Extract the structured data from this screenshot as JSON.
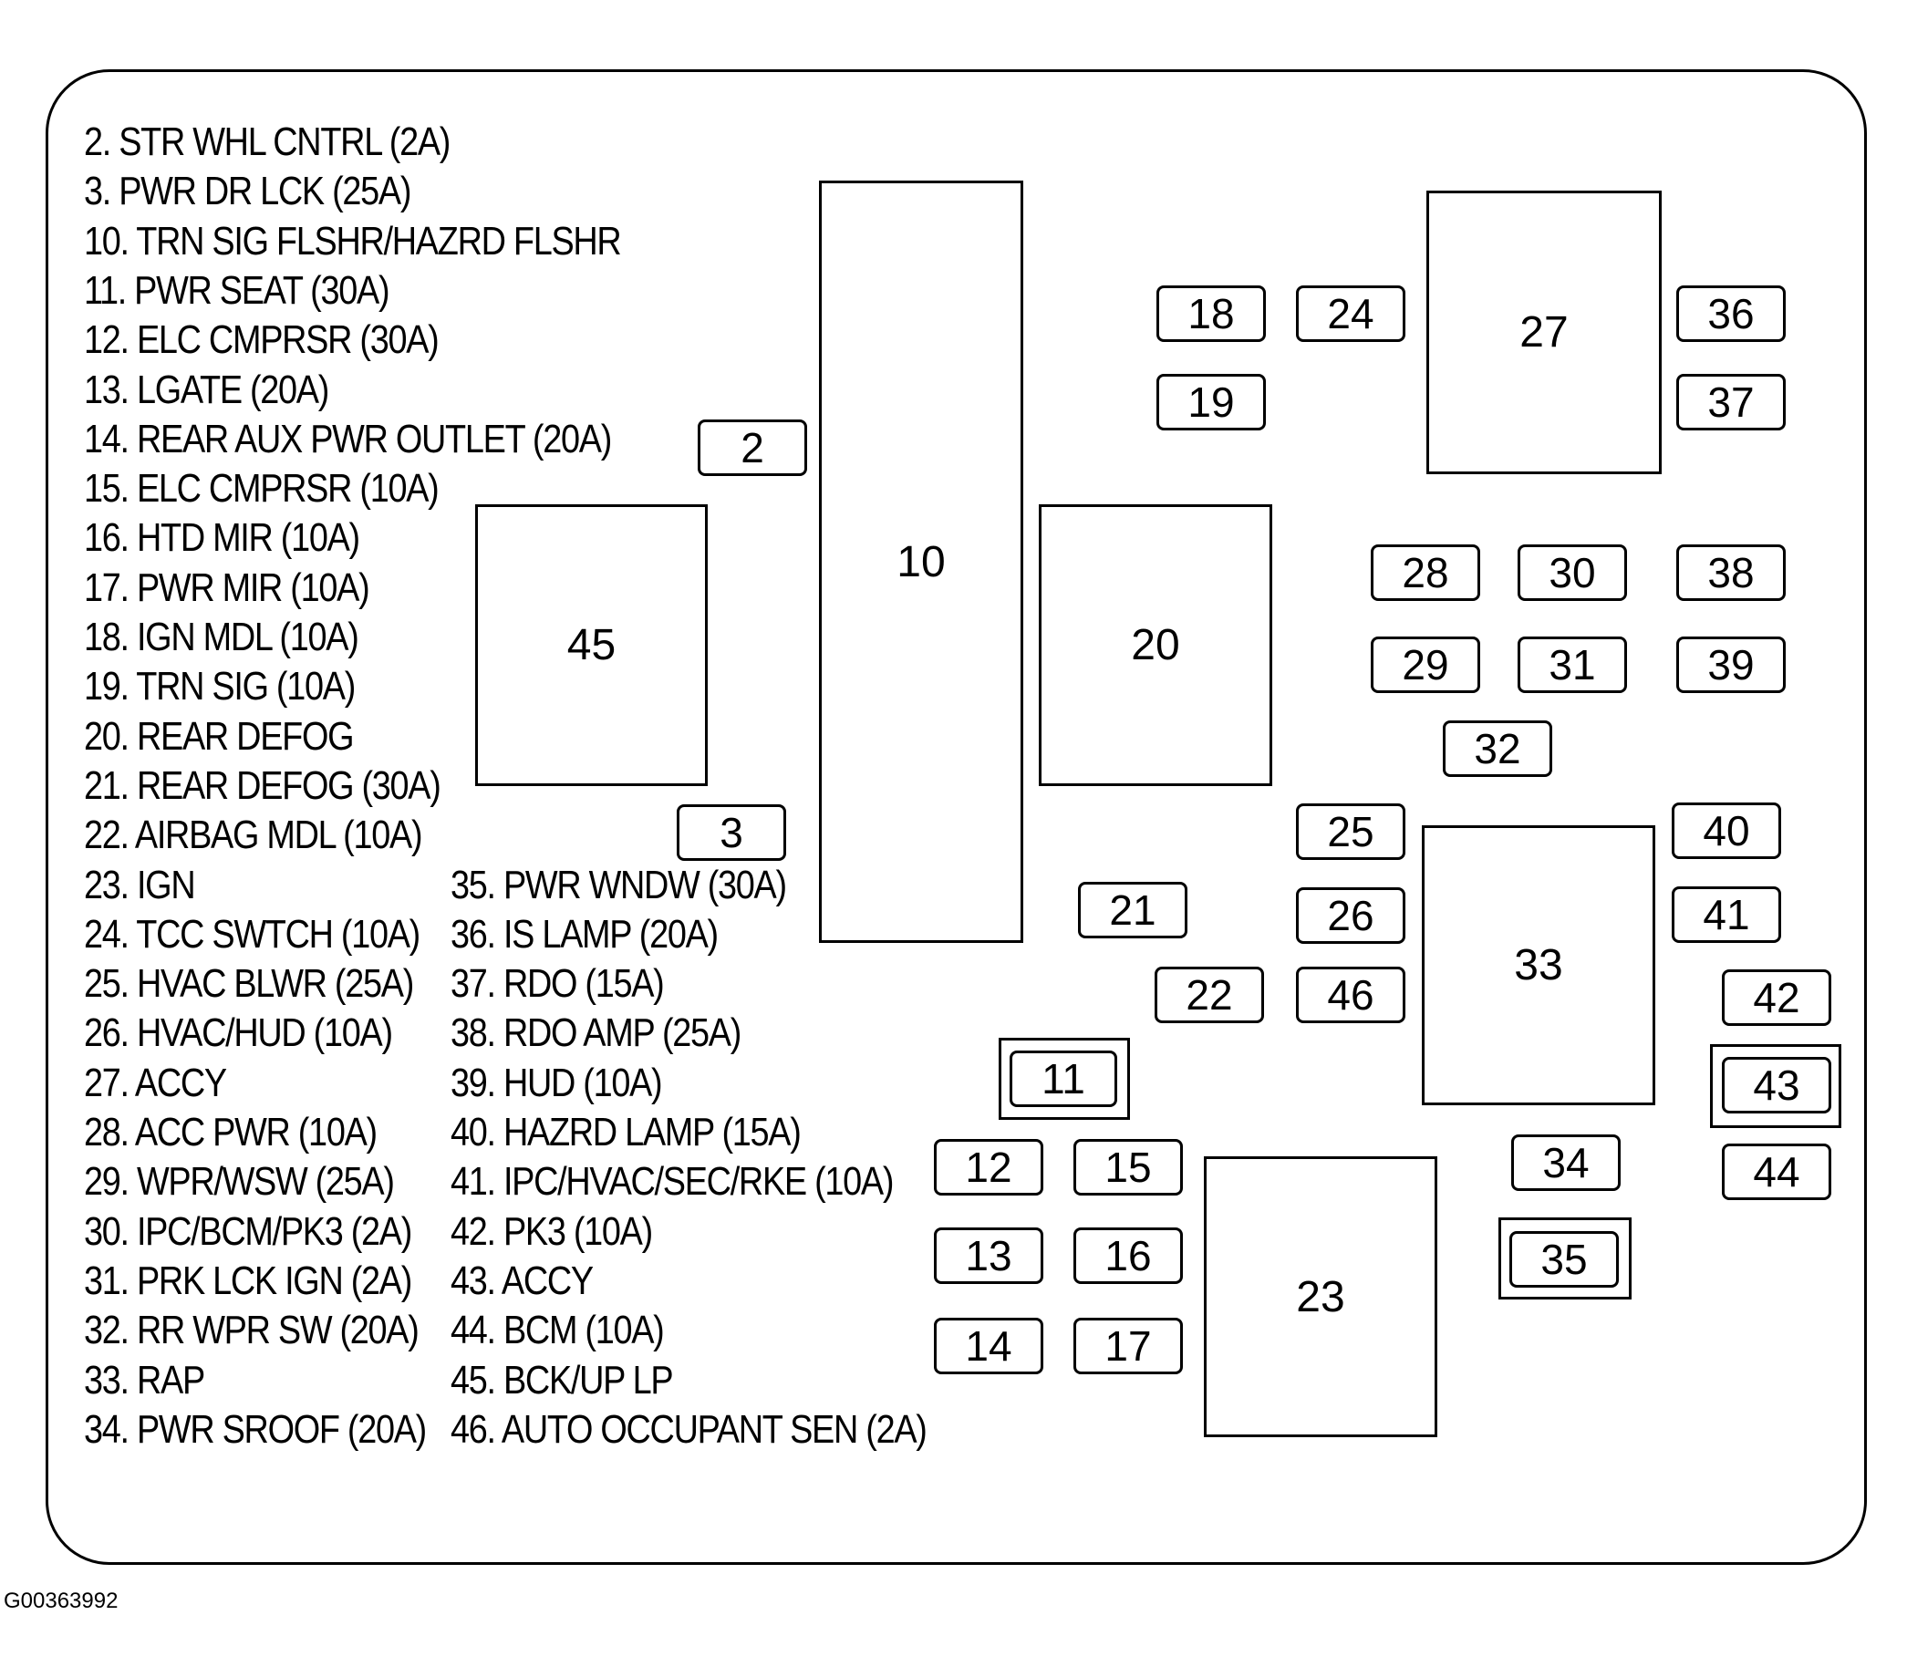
{
  "legend": {
    "col1": [
      "2. STR WHL CNTRL (2A)",
      "3. PWR DR LCK (25A)",
      "10. TRN SIG FLSHR/HAZRD FLSHR",
      "11. PWR SEAT (30A)",
      "12. ELC CMPRSR (30A)",
      "13. LGATE (20A)",
      "14. REAR AUX PWR OUTLET (20A)",
      "15. ELC CMPRSR (10A)",
      "16. HTD MIR (10A)",
      "17. PWR MIR (10A)",
      "18. IGN MDL (10A)",
      "19. TRN SIG (10A)",
      "20. REAR DEFOG",
      "21. REAR DEFOG (30A)",
      "22. AIRBAG MDL (10A)",
      "23. IGN",
      "24. TCC SWTCH (10A)",
      "25. HVAC BLWR (25A)",
      "26. HVAC/HUD (10A)",
      "27. ACCY",
      "28. ACC PWR (10A)",
      "29. WPR/WSW (25A)",
      "30. IPC/BCM/PK3 (2A)",
      "31. PRK LCK IGN (2A)",
      "32. RR WPR SW (20A)",
      "33. RAP",
      "34. PWR SROOF (20A)"
    ],
    "col2": [
      "35. PWR WNDW (30A)",
      "36. IS LAMP (20A)",
      "37. RDO (15A)",
      "38. RDO AMP (25A)",
      "39. HUD (10A)",
      "40. HAZRD LAMP (15A)",
      "41. IPC/HVAC/SEC/RKE (10A)",
      "42. PK3 (10A)",
      "43. ACCY",
      "44. BCM (10A)",
      "45. BCK/UP LP",
      "46. AUTO OCCUPANT SEN (2A)"
    ]
  },
  "relays": [
    "10",
    "20",
    "23",
    "27",
    "33",
    "45"
  ],
  "fuses": [
    "2",
    "3",
    "11",
    "12",
    "13",
    "14",
    "15",
    "16",
    "17",
    "18",
    "19",
    "21",
    "22",
    "24",
    "25",
    "26",
    "28",
    "29",
    "30",
    "31",
    "32",
    "34",
    "35",
    "36",
    "37",
    "38",
    "39",
    "40",
    "41",
    "42",
    "43",
    "44",
    "46"
  ],
  "caption": "G00363992"
}
